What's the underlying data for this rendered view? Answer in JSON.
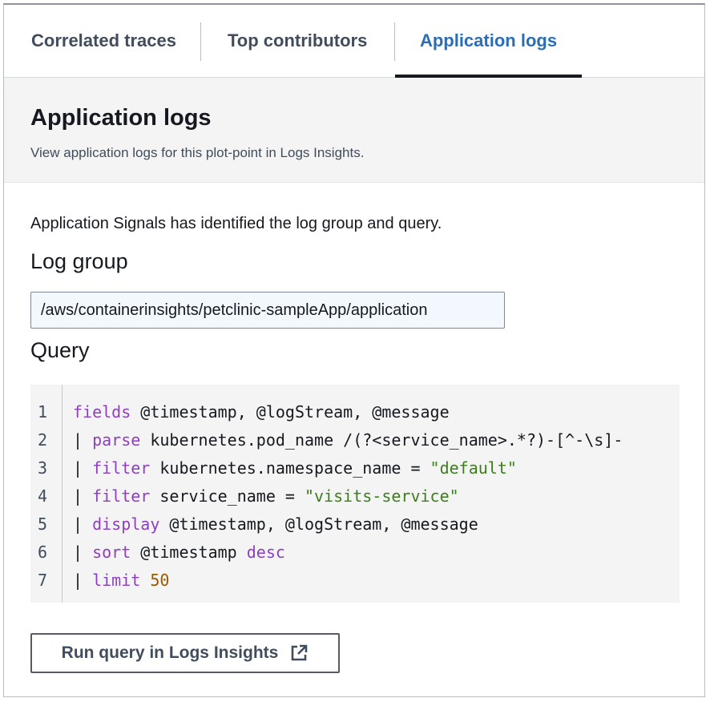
{
  "tabs": [
    {
      "label": "Correlated traces",
      "active": false
    },
    {
      "label": "Top contributors",
      "active": false
    },
    {
      "label": "Application logs",
      "active": true
    }
  ],
  "header": {
    "title": "Application logs",
    "description": "View application logs for this plot-point in Logs Insights."
  },
  "intro": "Application Signals has identified the log group and query.",
  "log_group": {
    "label": "Log group",
    "value": "/aws/containerinsights/petclinic-sampleApp/application"
  },
  "query": {
    "label": "Query",
    "lines": [
      {
        "n": "1",
        "pipe": "",
        "kw": "fields",
        "rest": " @timestamp, @logStream, @message"
      },
      {
        "n": "2",
        "pipe": "| ",
        "kw": "parse",
        "rest": " kubernetes.pod_name /(?<service_name>.*?)-[^-\\s]-"
      },
      {
        "n": "3",
        "pipe": "| ",
        "kw": "filter",
        "rest": " kubernetes.namespace_name = ",
        "str": "\"default\""
      },
      {
        "n": "4",
        "pipe": "| ",
        "kw": "filter",
        "rest": " service_name = ",
        "str": "\"visits-service\""
      },
      {
        "n": "5",
        "pipe": "| ",
        "kw": "display",
        "rest": " @timestamp, @logStream, @message"
      },
      {
        "n": "6",
        "pipe": "| ",
        "kw": "sort",
        "rest": " @timestamp ",
        "kw2": "desc"
      },
      {
        "n": "7",
        "pipe": "| ",
        "kw": "limit",
        "rest": " ",
        "num": "50"
      }
    ]
  },
  "run_button": {
    "label": "Run query in Logs Insights",
    "icon": "external-link-icon"
  },
  "colors": {
    "active_tab": "#2a6eb8",
    "keyword": "#8e3fc0",
    "string": "#3c7d1e",
    "number": "#9a5b00"
  }
}
